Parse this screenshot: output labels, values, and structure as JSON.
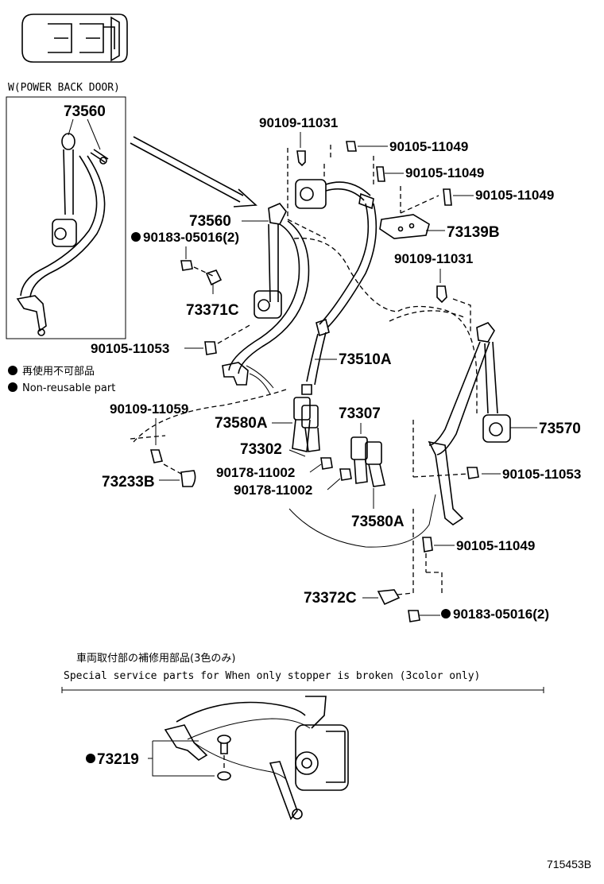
{
  "header": {
    "seat_code": "3",
    "variant_note": "W(POWER BACK DOOR)"
  },
  "parts": {
    "p73560_inset": "73560",
    "p90109_11031_a": "90109-11031",
    "p90105_11049_a": "90105-11049",
    "p90105_11049_b": "90105-11049",
    "p90105_11049_c": "90105-11049",
    "p73139B": "73139B",
    "p90109_11031_b": "90109-11031",
    "p73560": "73560",
    "p90183_05016_a": "90183-05016(2)",
    "p73371C": "73371C",
    "p90105_11053_a": "90105-11053",
    "p73510A": "73510A",
    "p90109_11059": "90109-11059",
    "p73580A_a": "73580A",
    "p73307": "73307",
    "p73570": "73570",
    "p73302": "73302",
    "p90178_11002_a": "90178-11002",
    "p90178_11002_b": "90178-11002",
    "p73233B": "73233B",
    "p90105_11053_b": "90105-11053",
    "p73580A_b": "73580A",
    "p90105_11049_d": "90105-11049",
    "p73372C": "73372C",
    "p90183_05016_b": "90183-05016(2)",
    "p73219": "73219"
  },
  "legend": {
    "jp": "再使用不可部品",
    "en": "Non-reusable part"
  },
  "special": {
    "jp": "車両取付部の補修用部品(3色のみ)",
    "en": "Special  service  parts  for  When  only  stopper  is  broken  (3color  only)"
  },
  "diagram_ref": "715453B",
  "colors": {
    "ink": "#000000",
    "background": "#ffffff"
  }
}
